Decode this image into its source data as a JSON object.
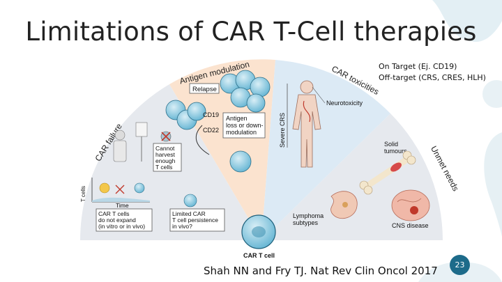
{
  "slide": {
    "title": "Limitations of CAR T-Cell therapies",
    "note_line1": "On Target (Ej. CD19)",
    "note_line2": "Off-target (CRS, CRES, HLH)",
    "citation": "Shah NN and Fry TJ. Nat Rev Clin Oncol 2017",
    "page_number": "23"
  },
  "figure": {
    "arc_labels": {
      "antigen_modulation": "Antigen modulation",
      "car_toxicities": "CAR toxicities",
      "unmet_needs": "Unmet needs",
      "car_failure": "CAR failure"
    },
    "labels": {
      "relapse": "Relapse",
      "cd19": "CD19",
      "cd22": "CD22",
      "antigen_loss_1": "Antigen",
      "antigen_loss_2": "loss or down-",
      "antigen_loss_3": "modulation",
      "neurotoxicity": "Neurotoxicity",
      "severe_crs": "Severe CRS",
      "solid_tumours_1": "Solid",
      "solid_tumours_2": "tumours",
      "cns_disease": "CNS disease",
      "lymphoma_1": "Lymphoma",
      "lymphoma_2": "subtypes",
      "cannot_harvest_1": "Cannot",
      "cannot_harvest_2": "harvest",
      "cannot_harvest_3": "enough",
      "cannot_harvest_4": "T cells",
      "t_cells": "T cells",
      "time": "Time",
      "no_expand_1": "CAR T cells",
      "no_expand_2": "do not expand",
      "no_expand_3": "(in vitro or in vivo)",
      "limited_1": "Limited CAR",
      "limited_2": "T cell persistence",
      "limited_3": "in vivo?",
      "car_t_cell": "CAR T cell"
    }
  },
  "colors": {
    "title": "#222222",
    "badge": "#1d6b8a",
    "sector_orange": "#fbe3cf",
    "sector_blue": "#dceaf5",
    "sector_grey": "#e6e9ee",
    "cell_blue": "#7cc3dd",
    "decoration": "#e3eff4"
  }
}
